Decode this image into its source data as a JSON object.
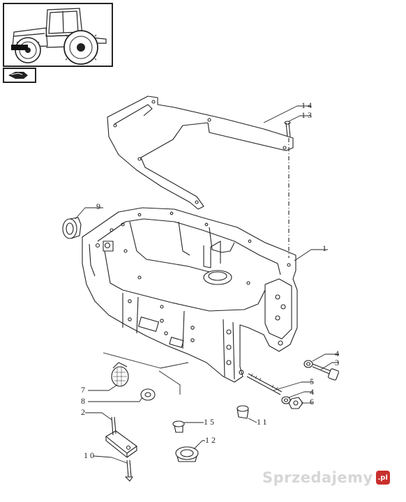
{
  "callouts": [
    {
      "id": "1",
      "label": "1"
    },
    {
      "id": "2",
      "label": "2"
    },
    {
      "id": "3",
      "label": "3"
    },
    {
      "id": "4a",
      "label": "4"
    },
    {
      "id": "4b",
      "label": "4"
    },
    {
      "id": "5",
      "label": "5"
    },
    {
      "id": "6",
      "label": "6"
    },
    {
      "id": "7",
      "label": "7"
    },
    {
      "id": "8",
      "label": "8"
    },
    {
      "id": "9",
      "label": "9"
    },
    {
      "id": "10",
      "label": "10"
    },
    {
      "id": "11",
      "label": "11"
    },
    {
      "id": "12",
      "label": "12"
    },
    {
      "id": "13",
      "label": "13"
    },
    {
      "id": "14",
      "label": "14"
    },
    {
      "id": "15",
      "label": "15"
    }
  ],
  "watermark": {
    "text": "Sprzedajemy",
    "badge": ".pl"
  },
  "icons": {
    "thumbnail": "tractor-icon",
    "navigation": "page-flip-icon"
  },
  "colors": {
    "line": "#222222",
    "background": "#ffffff",
    "watermark": "#d6d6d6",
    "badge": "#c9302c"
  }
}
